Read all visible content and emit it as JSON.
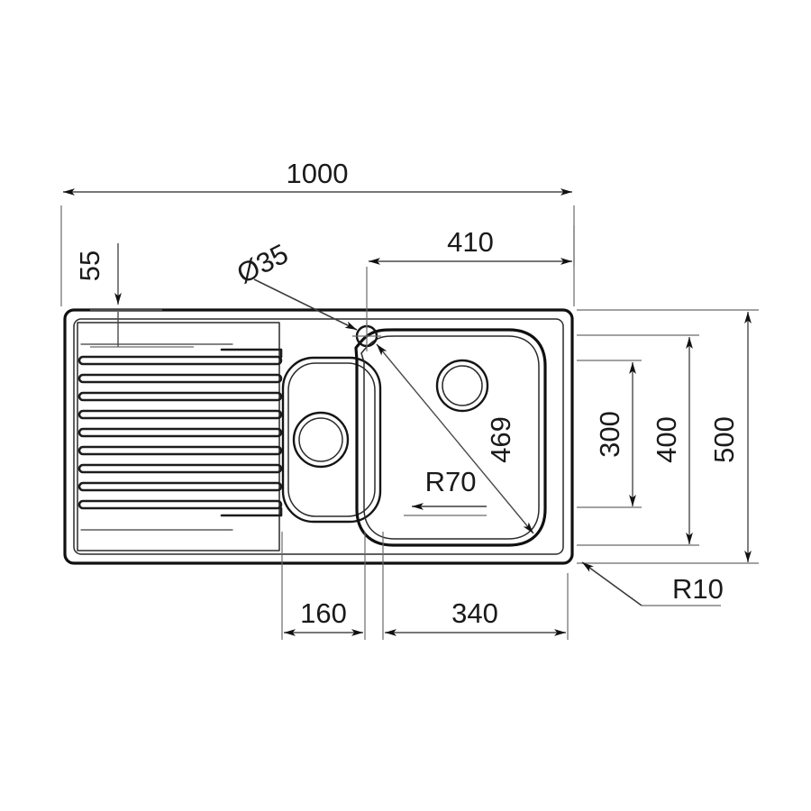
{
  "drawing": {
    "title": "Kitchen sink technical dimension drawing",
    "units": "mm",
    "product": "inset sink with drainer, one and a half bowl"
  },
  "dimensions": {
    "overall_width": "1000",
    "overall_depth": "500",
    "bowl_offset_from_right": "410",
    "top_rim_width": "55",
    "tap_hole_diameter": "Ø35",
    "main_bowl_depth": "400",
    "small_bowl_depth": "300",
    "small_bowl_width": "160",
    "main_bowl_width": "340",
    "bowl_diagonal": "469",
    "bowl_corner_radius": "R70",
    "outer_corner_radius": "R10"
  },
  "labels": [
    {
      "id": "overall-width",
      "text": "1000",
      "rotated": false
    },
    {
      "id": "bowl-offset-right",
      "text": "410",
      "rotated": false
    },
    {
      "id": "top-rim",
      "text": "55",
      "rotated": true
    },
    {
      "id": "tap-hole",
      "text": "Ø35",
      "rotated": false
    },
    {
      "id": "small-bowl-depth",
      "text": "300",
      "rotated": true
    },
    {
      "id": "main-bowl-depth",
      "text": "400",
      "rotated": true
    },
    {
      "id": "overall-depth",
      "text": "500",
      "rotated": true
    },
    {
      "id": "small-bowl-width",
      "text": "160",
      "rotated": false
    },
    {
      "id": "main-bowl-width",
      "text": "340",
      "rotated": false
    },
    {
      "id": "bowl-diagonal",
      "text": "469",
      "rotated": true
    },
    {
      "id": "bowl-radius",
      "text": "R70",
      "rotated": false
    },
    {
      "id": "outer-radius",
      "text": "R10",
      "rotated": false
    }
  ],
  "colors": {
    "background": "#ffffff",
    "line_heavy": "#101010",
    "line_dimension": "#4a4a4a",
    "line_extension": "#6a6a6a",
    "text": "#1a1a1a"
  },
  "features": {
    "drainer_rib_count": "9",
    "bowl_count": "2",
    "tap_hole_count": "1",
    "waste_hole_count": "2"
  }
}
